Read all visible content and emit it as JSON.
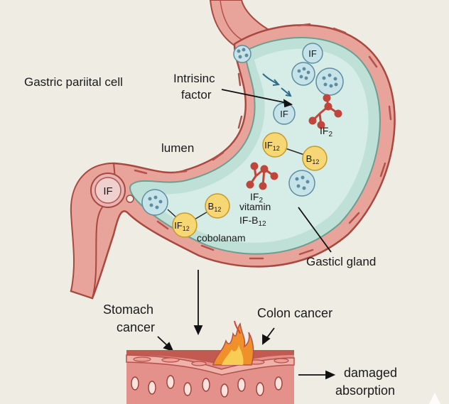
{
  "labels": {
    "parietal_cell": "Gastric pariital cell",
    "intrinsic_factor_1": "Intrisinc",
    "intrinsic_factor_2": "factor",
    "lumen": "lumen",
    "gland": "Gasticl gland",
    "stomach_cancer_1": "Stomach",
    "stomach_cancer_2": "cancer",
    "colon_cancer": "Colon cancer",
    "damaged_1": "damaged",
    "damaged_2": "absorption",
    "if2_top": "IF",
    "if2_top_sub": "2",
    "if2_mid": "IF",
    "if2_mid_sub": "2",
    "vitamin": "vitamin",
    "if_b12_main": "IF-B",
    "if_b12_sub": "12",
    "cobolanam": "cobolanam"
  },
  "nodes": {
    "if_top": "IF",
    "if_mid": "IF",
    "if_pit": "IF",
    "if12_a": "IF",
    "if12_a_sub": "12",
    "b12_a": "B",
    "b12_a_sub": "12",
    "b12_b": "B",
    "b12_b_sub": "12",
    "if12_b": "IF",
    "if12_b_sub": "12"
  },
  "colors": {
    "background": "#efece4",
    "stomach_wall": "#e8a49a",
    "stomach_wall_dark": "#b4524a",
    "mucosa": "#bfe0d6",
    "lumen_fill": "#d6ece6",
    "node_if_fill": "#c6e3ea",
    "node_b12_fill": "#f7d774",
    "molecule": "#c0463c",
    "tissue": "#e3918a",
    "flame": "#f0902a"
  }
}
